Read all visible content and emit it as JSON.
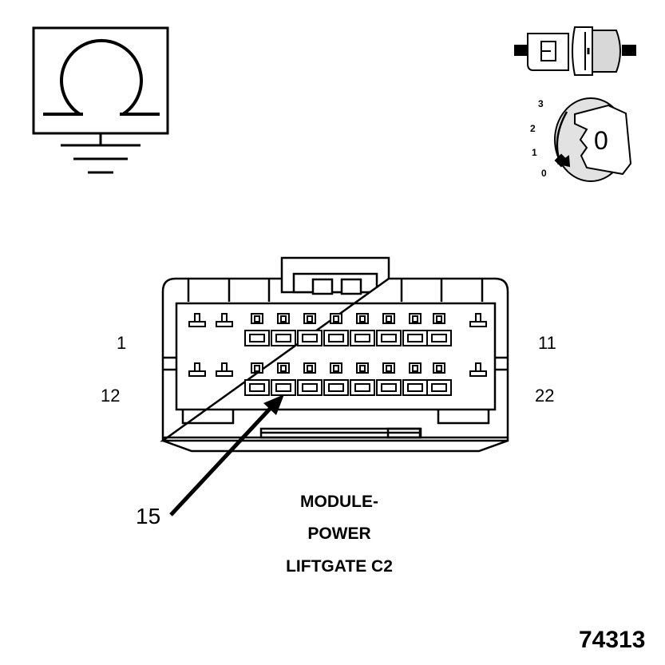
{
  "connector": {
    "title_lines": [
      "MODULE-",
      "POWER",
      "LIFTGATE C2"
    ],
    "pin_labels": {
      "top_left": "1",
      "top_right": "11",
      "bottom_left": "12",
      "bottom_right": "22"
    },
    "callout_pin": "15"
  },
  "ignition_key": {
    "positions": [
      "3",
      "2",
      "1",
      "0"
    ],
    "key_label": "0"
  },
  "icons": [
    "ohmmeter-ground-icon",
    "disconnect-connector-icon",
    "ignition-key-icon"
  ],
  "figure_id": "74313"
}
